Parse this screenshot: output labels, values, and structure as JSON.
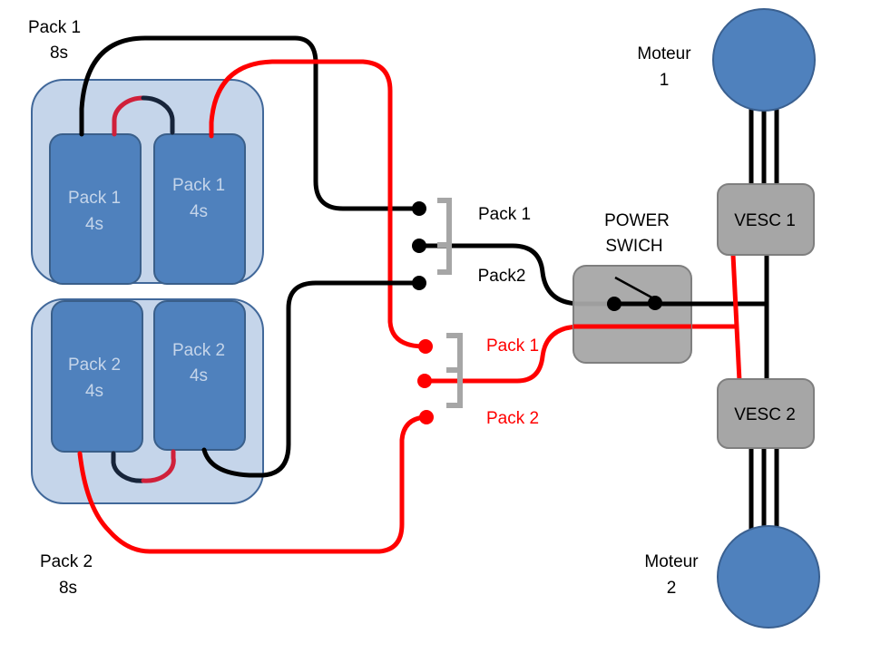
{
  "colors": {
    "black_wire": "#000000",
    "red_wire": "#ff0000",
    "dark_red_wire": "#d0203a",
    "navy_wire": "#17243a",
    "pack_box": "#c5d5ea",
    "cell": "#4f81bd",
    "vesc": "#a6a6a6",
    "motor": "#4f81bd",
    "bracket": "#a6a6a6"
  },
  "packs": [
    {
      "title": "Pack 1",
      "sub": "8s",
      "cells": [
        {
          "name": "Pack 1",
          "sub": "4s"
        },
        {
          "name": "Pack 1",
          "sub": "4s"
        }
      ]
    },
    {
      "title": "Pack 2",
      "sub": "8s",
      "cells": [
        {
          "name": "Pack 2",
          "sub": "4s"
        },
        {
          "name": "Pack 2",
          "sub": "4s"
        }
      ]
    }
  ],
  "selector_black": {
    "top": "Pack 1",
    "bottom": "Pack2"
  },
  "selector_red": {
    "top": "Pack 1",
    "bottom": "Pack 2"
  },
  "power_switch": {
    "line1": "POWER",
    "line2": "SWICH"
  },
  "vesc": [
    "VESC 1",
    "VESC 2"
  ],
  "motors": [
    {
      "line1": "Moteur",
      "line2": "1"
    },
    {
      "line1": "Moteur",
      "line2": "2"
    }
  ]
}
